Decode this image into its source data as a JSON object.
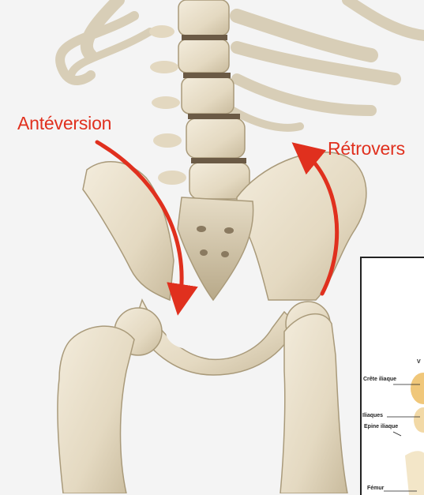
{
  "annotations": {
    "anteversion_label": "Antéversion",
    "retroversion_label": "Rétrovers"
  },
  "inset": {
    "labels": {
      "top_letter": "V",
      "crete_iliaque": "Crête iliaque",
      "iliaques": "Iliaques",
      "epine_iliaque": "Epine iliaque",
      "femur": "Fémur"
    }
  },
  "colors": {
    "background": "#f4f4f4",
    "bone": "#e9e0cc",
    "bone_shadow": "#b9ab8c",
    "arrow": "#e0301e"
  }
}
